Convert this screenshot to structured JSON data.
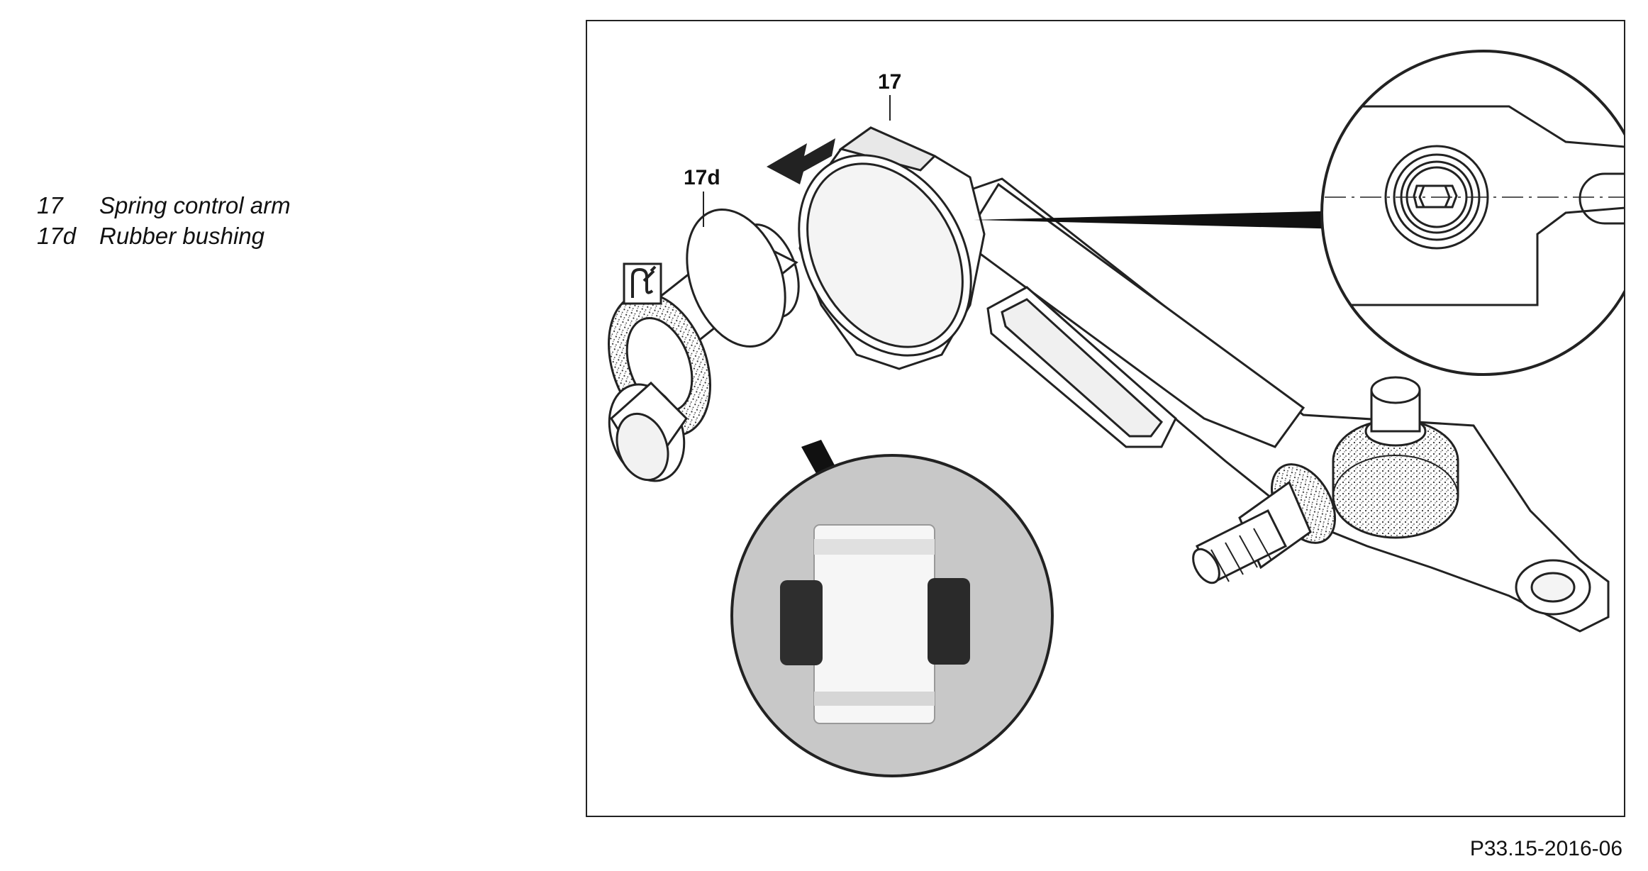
{
  "legend": {
    "items": [
      {
        "number": "17",
        "label": "Spring control arm"
      },
      {
        "number": "17d",
        "label": "Rubber bushing"
      }
    ]
  },
  "diagram": {
    "callouts": {
      "arm": "17",
      "bushing": "17d"
    },
    "figure_code": "P33.15-2016-06",
    "icons": [
      "hook-tool-icon",
      "insertion-arrow-icon"
    ]
  },
  "colors": {
    "line": "#222222",
    "background": "#ffffff",
    "inset_gray": "#c8c8c8",
    "rubber": "#2a2a2a"
  }
}
